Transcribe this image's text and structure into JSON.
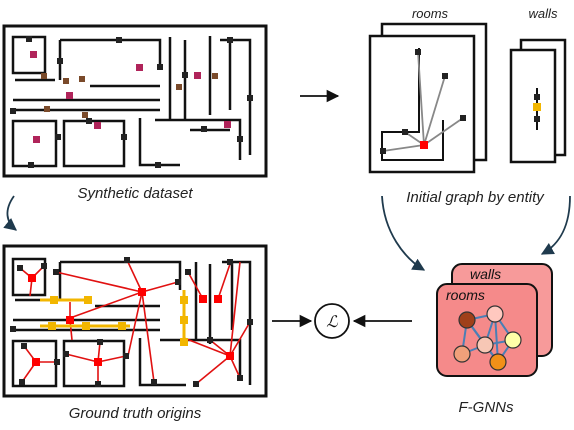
{
  "captions": {
    "synthetic": "Synthetic dataset",
    "initial_graph": "Initial graph by entity",
    "ground_truth": "Ground truth origins",
    "fgnn": "F-GNNs"
  },
  "labels": {
    "rooms": "rooms",
    "walls": "walls",
    "fgnn_walls": "walls",
    "fgnn_rooms": "rooms",
    "loss_symbol": "ℒ"
  },
  "colors": {
    "wall": "#111111",
    "room_marker": "#b0245a",
    "wall_marker": "#7a4a2a",
    "door_node": "#222222",
    "gt_room_node": "#ff0000",
    "gt_wall_node": "#f2b600",
    "gt_room_edge": "#e11111",
    "gt_wall_edge": "#f2b600",
    "graph_edge": "#888888",
    "fgnn_back": "#f79a9a",
    "fgnn_front": "#f58a8a",
    "fgnn_edge": "#4a7fb5",
    "arrow_curve": "#1f3a4d"
  }
}
